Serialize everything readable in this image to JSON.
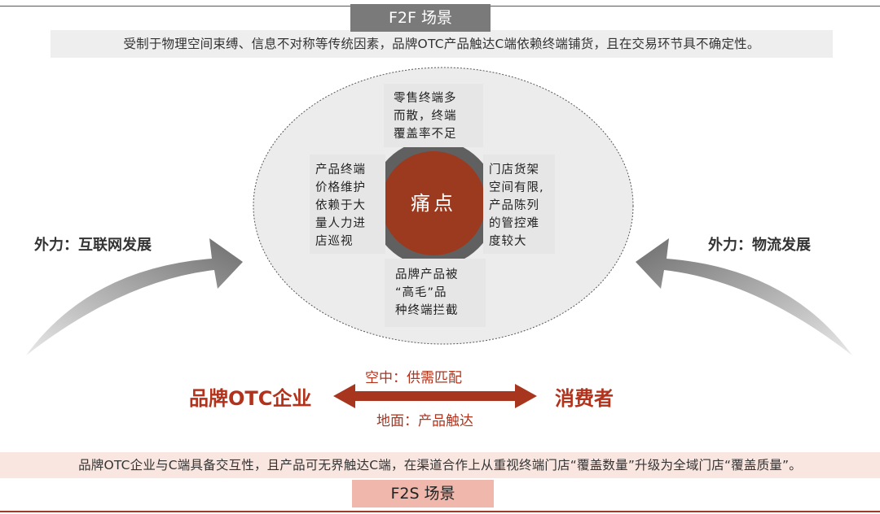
{
  "top_tag": "F2F 场景",
  "top_banner": "受制于物理空间束缚、信息不对称等传统因素，品牌OTC产品触达C端依赖终端铺货，且在交易环节具不确定性。",
  "pain_points": {
    "center": "痛点",
    "top": "零售终端多\n而散，终端\n覆盖率不足",
    "left": "产品终端\n价格维护\n依赖于大\n量人力进\n店巡视",
    "right": "门店货架\n空间有限,\n产品陈列\n的管控难\n度较大",
    "bottom": "品牌产品被\n“高毛”品\n种终端拦截"
  },
  "forces": {
    "left": "外力：互联网发展",
    "right": "外力：物流发展"
  },
  "relation": {
    "left": "品牌OTC企业",
    "right": "消费者",
    "top": "空中：供需匹配",
    "bottom": "地面：产品触达"
  },
  "bottom_banner": "品牌OTC企业与C端具备交互性，且产品可无界触达C端，在渠道合作上从重视终端门店“覆盖数量”升级为全域门店“覆盖质量”。",
  "bottom_tag": "F2S 场景",
  "colors": {
    "accent": "#b2321c",
    "center_circle": "#9c3a1f",
    "ring": "#606060",
    "box": "#e6e6e6",
    "top_tag": "#7a7a7a",
    "bottom_tag": "#f0b8ac",
    "arrow_grey": "#808080"
  }
}
